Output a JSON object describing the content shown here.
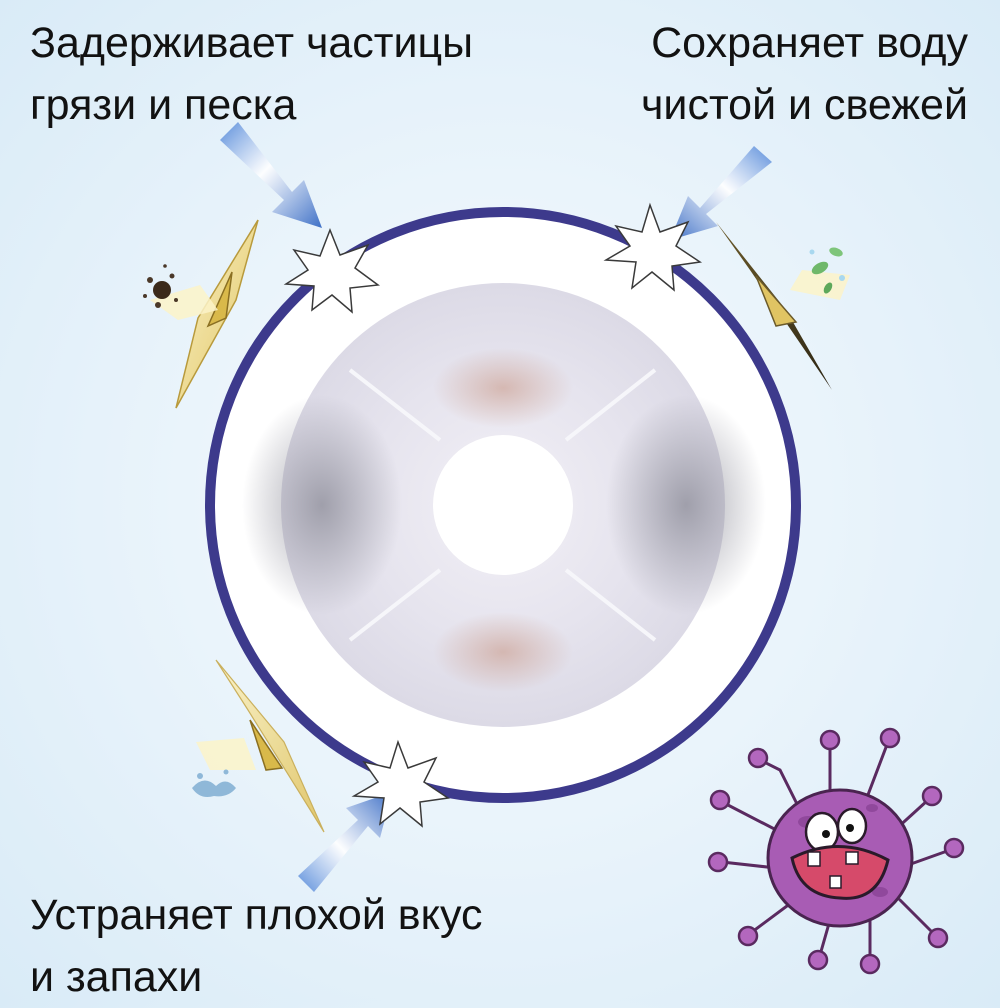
{
  "captions": {
    "top_left": {
      "line1": "Задерживает частицы",
      "line2": "грязи и песка"
    },
    "top_right": {
      "line1": "Сохраняет воду",
      "line2": "чистой и свежей"
    },
    "bottom_left": {
      "line1": "Устраняет плохой вкус",
      "line2": "и запахи"
    }
  },
  "colors": {
    "ring": "#3d3a8c",
    "arrow": "#4a7fd1",
    "crystal": "#e8d27a",
    "germ": "#a85cb4"
  },
  "icons": {
    "filter": "round-filter-pad-icon",
    "germ": "cartoon-germ-icon",
    "dirt": "dirt-particles-icon",
    "leaf": "leaf-icon",
    "water": "water-splash-icon"
  }
}
